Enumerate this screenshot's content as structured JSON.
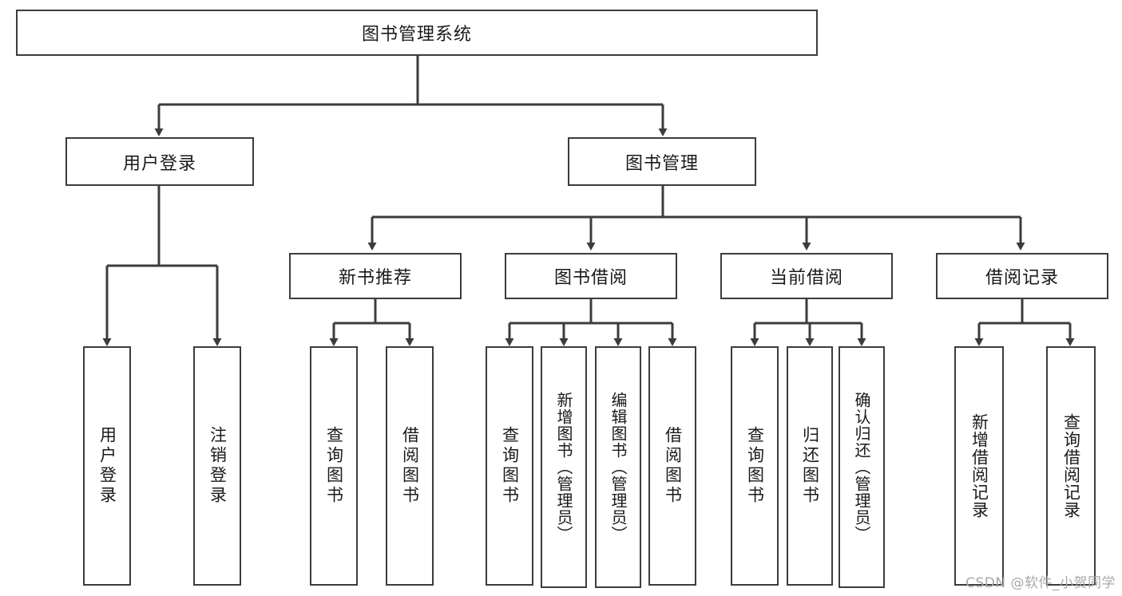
{
  "diagram": {
    "title": "图书管理系统",
    "stroke_color": "#3c3c3c",
    "text_color": "#1a1a1a",
    "background": "#ffffff",
    "root": {
      "label": "图书管理系统"
    },
    "level1": [
      {
        "label": "用户登录"
      },
      {
        "label": "图书管理"
      }
    ],
    "level2": [
      {
        "label": "新书推荐"
      },
      {
        "label": "图书借阅"
      },
      {
        "label": "当前借阅"
      },
      {
        "label": "借阅记录"
      }
    ],
    "leaves": {
      "user_login": [
        {
          "label": "用户登录"
        },
        {
          "label": "注销登录"
        }
      ],
      "new_book_recommend": [
        {
          "label": "查询图书"
        },
        {
          "label": "借阅图书"
        }
      ],
      "book_borrow": [
        {
          "label": "查询图书"
        },
        {
          "label": "新增图书（管理员）"
        },
        {
          "label": "编辑图书（管理员）"
        },
        {
          "label": "借阅图书"
        }
      ],
      "current_borrow": [
        {
          "label": "查询图书"
        },
        {
          "label": "归还图书"
        },
        {
          "label": "确认归还（管理员）"
        }
      ],
      "borrow_record": [
        {
          "label": "新增借阅记录"
        },
        {
          "label": "查询借阅记录"
        }
      ]
    }
  },
  "watermark": {
    "text": "CSDN @软件_小贺同学",
    "color": "#a8a8a8"
  }
}
